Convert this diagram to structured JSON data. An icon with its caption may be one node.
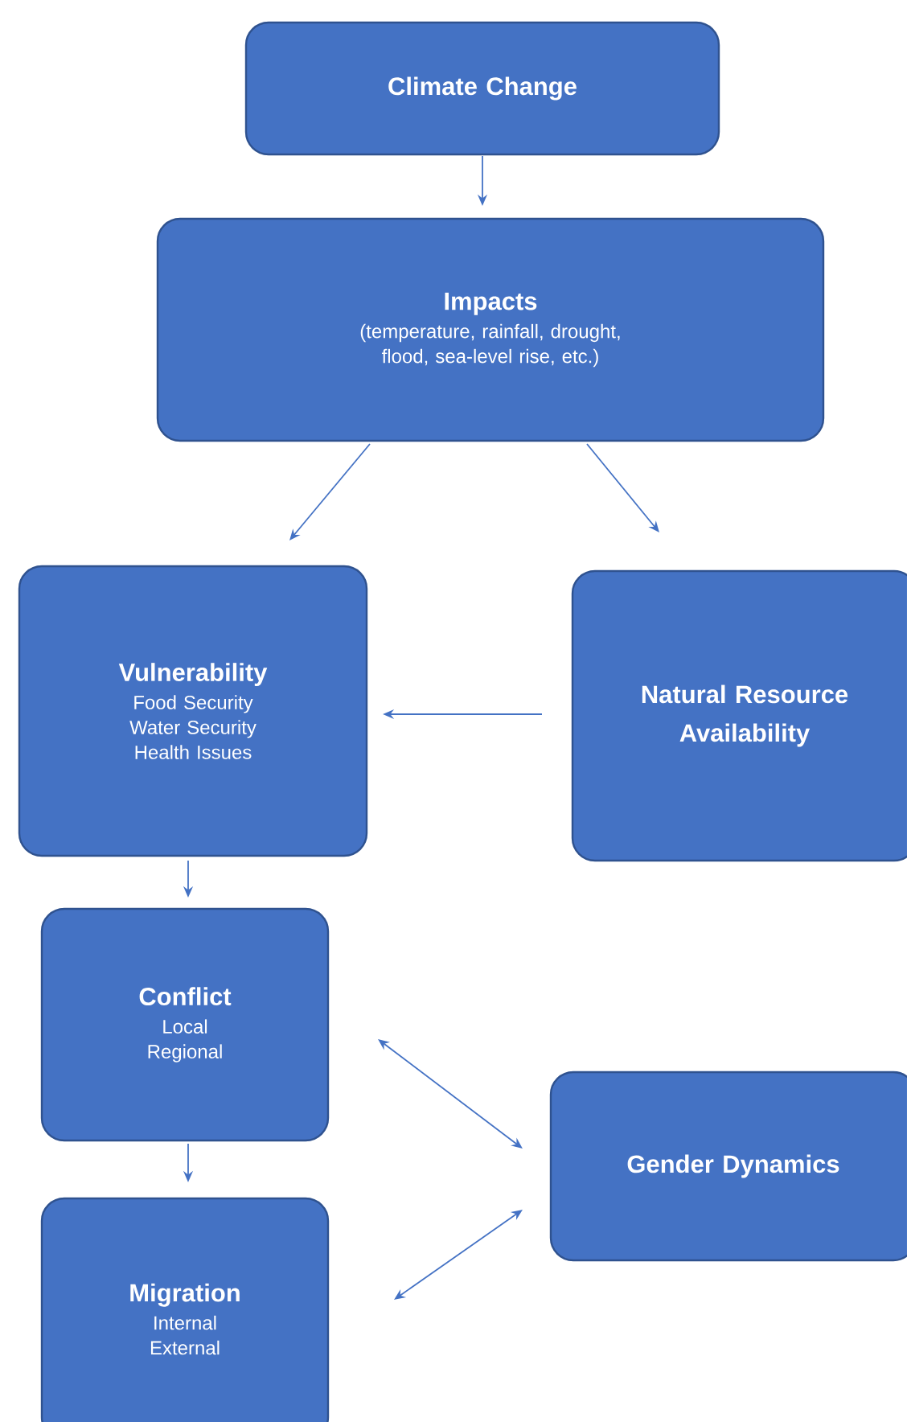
{
  "diagram": {
    "nodes": [
      {
        "text": [
          "Climate Change"
        ]
      },
      {
        "text": [
          "Impacts",
          "(temperature, rainfall, drought, flood, sea-level rise, etc.)"
        ]
      },
      {
        "text": [
          "Vulnerability",
          "Food Security",
          "Water Security",
          "Health Issues"
        ]
      },
      {
        "text": [
          "Natural Resource Availability"
        ]
      },
      {
        "text": [
          "Conflict",
          "Local",
          "Regional"
        ]
      },
      {
        "text": [
          "Gender Dynamics"
        ]
      },
      {
        "text": [
          "Migration",
          "Internal",
          "External"
        ]
      }
    ],
    "edges": [
      {
        "from": 0,
        "to": 1,
        "arrow": "to"
      },
      {
        "from": 1,
        "to": 2,
        "arrow": "to"
      },
      {
        "from": 1,
        "to": 3,
        "arrow": "to"
      },
      {
        "from": 3,
        "to": 2,
        "arrow": "to"
      },
      {
        "from": 2,
        "to": 4,
        "arrow": "to"
      },
      {
        "from": 4,
        "to": 6,
        "arrow": "to"
      },
      {
        "from": 4,
        "to": 5,
        "arrow": "both"
      },
      {
        "from": 6,
        "to": 5,
        "arrow": "both"
      }
    ]
  }
}
